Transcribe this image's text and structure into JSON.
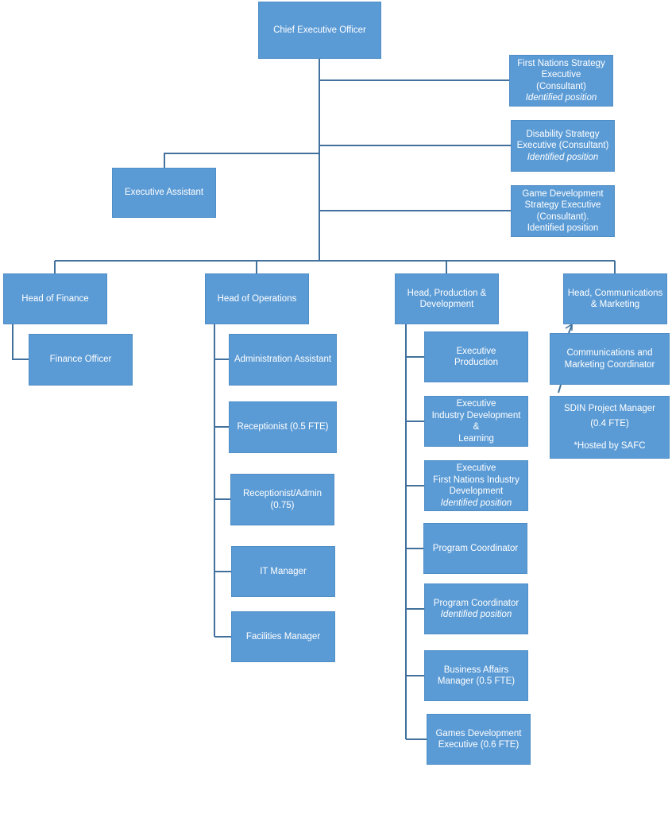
{
  "nodes": {
    "ceo": {
      "lines": [
        "Chief Executive Officer"
      ]
    },
    "first_nations_exec": {
      "lines": [
        "First Nations Strategy",
        "Executive",
        "(Consultant)"
      ],
      "italic": "Identified position"
    },
    "disability_exec": {
      "lines": [
        "Disability Strategy",
        "Executive (Consultant)"
      ],
      "italic": "Identified position"
    },
    "game_dev_exec": {
      "lines": [
        "Game Development",
        "Strategy Executive",
        "(Consultant).",
        "Identified position"
      ]
    },
    "exec_assistant": {
      "lines": [
        "Executive Assistant"
      ]
    },
    "head_finance": {
      "lines": [
        "Head of Finance"
      ]
    },
    "finance_officer": {
      "lines": [
        "Finance Officer"
      ]
    },
    "head_operations": {
      "lines": [
        "Head of Operations"
      ]
    },
    "admin_assistant": {
      "lines": [
        "Administration Assistant"
      ]
    },
    "receptionist": {
      "lines": [
        "Receptionist (0.5 FTE)"
      ]
    },
    "receptionist_admin": {
      "lines": [
        "Receptionist/Admin",
        "(0.75)"
      ]
    },
    "it_manager": {
      "lines": [
        "IT Manager"
      ]
    },
    "facilities_manager": {
      "lines": [
        "Facilities Manager"
      ]
    },
    "head_production": {
      "lines": [
        "Head, Production &",
        "Development"
      ]
    },
    "exec_production": {
      "lines": [
        "Executive",
        "Production"
      ]
    },
    "exec_industry_dev": {
      "lines": [
        "Executive",
        "Industry Development &",
        "Learning"
      ]
    },
    "exec_fn_industry": {
      "lines": [
        "Executive",
        "First Nations Industry",
        "Development"
      ],
      "italic": "Identified position"
    },
    "program_coordinator_1": {
      "lines": [
        "Program Coordinator"
      ]
    },
    "program_coordinator_2": {
      "lines": [
        "Program Coordinator"
      ],
      "italic": "Identified position"
    },
    "business_affairs": {
      "lines": [
        "Business Affairs",
        "Manager (0.5 FTE)"
      ]
    },
    "games_dev_exec": {
      "lines": [
        "Games Development",
        "Executive (0.6 FTE)"
      ]
    },
    "head_comms": {
      "lines": [
        "Head, Communications",
        "& Marketing"
      ]
    },
    "comms_coordinator": {
      "lines": [
        "Communications and",
        "Marketing Coordinator"
      ]
    },
    "sdin_manager": {
      "lines": [
        "SDIN Project Manager",
        "(0.4 FTE)"
      ],
      "extra": "*Hosted by SAFC"
    }
  },
  "colors": {
    "box_fill": "#5b9bd5",
    "box_text": "#ffffff",
    "connector": "#41719c"
  }
}
